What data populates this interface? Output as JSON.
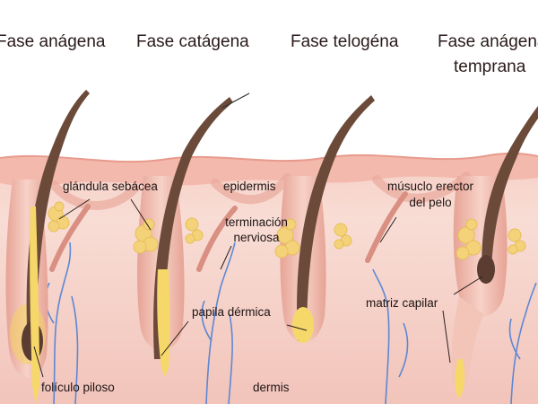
{
  "phases": [
    {
      "line1": "Fase anágena",
      "line2": ""
    },
    {
      "line1": "Fase catágena",
      "line2": ""
    },
    {
      "line1": "Fase telogéna",
      "line2": ""
    },
    {
      "line1": "Fase anágena",
      "line2": "temprana"
    }
  ],
  "labels": {
    "sebaceous_gland": "glándula sebácea",
    "epidermis": "epidermis",
    "nerve_ending_1": "terminación",
    "nerve_ending_2": "nerviosa",
    "erector_muscle_1": "músuclo erector",
    "erector_muscle_2": "del pelo",
    "dermal_papilla": "papila dérmica",
    "hair_matrix": "matriz capilar",
    "hair_follicle": "folículo piloso",
    "dermis": "dermis"
  },
  "colors": {
    "skin_light": "#fbe3dc",
    "skin_mid": "#f4c8be",
    "skin_dark": "#e9a89c",
    "follicle": "#f2c5b8",
    "hair": "#6b4a3a",
    "bulb_yellow": "#f6d86a",
    "nerve_blue": "#4d7fd6",
    "gland": "#f3d27a"
  }
}
